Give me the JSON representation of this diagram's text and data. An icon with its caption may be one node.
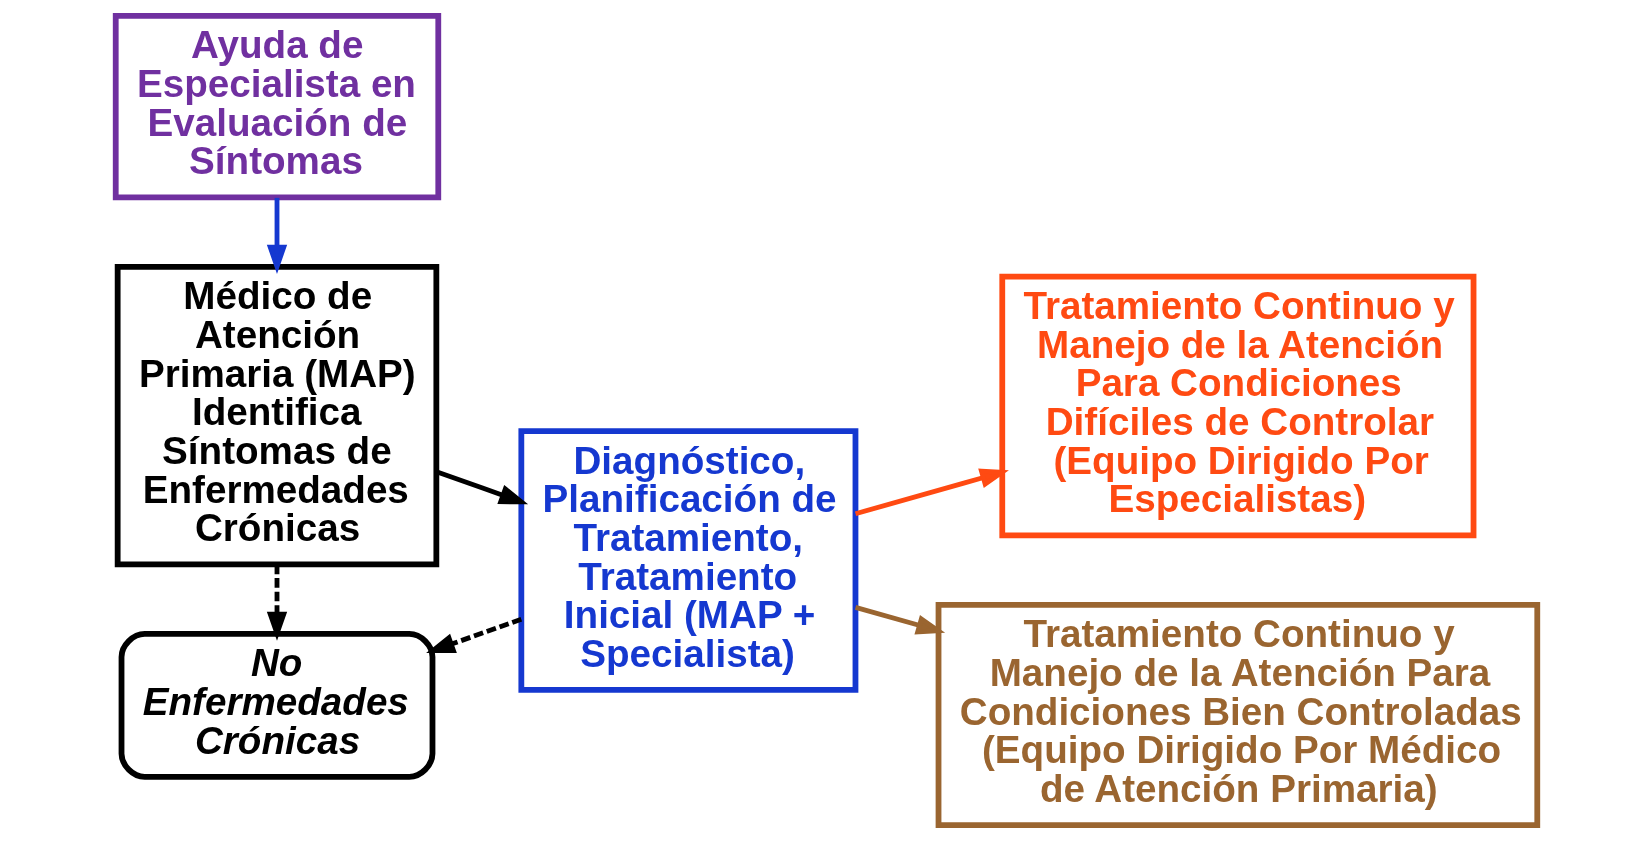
{
  "diagram": {
    "nodes": [
      {
        "text": [
          "Ayuda de Especialista en Evaluación de Síntomas"
        ]
      },
      {
        "text": [
          "Médico de Atención Primaria (MAP) Identifica Síntomas de Enfermedades Crónicas"
        ]
      },
      {
        "text": [
          "Diagnóstico, Planificación de Tratamiento, Tratamiento Inicial (MAP + Specialista)"
        ]
      },
      {
        "text": [
          "Tratamiento Continuo y Manejo de la Atención Para Condiciones Difíciles de Controlar (Equipo Dirigido Por Especialistas)"
        ]
      },
      {
        "text": [
          "Tratamiento Continuo y Manejo de la Atención Para Condiciones Bien Controladas (Equipo Dirigido Por Médico de Atención Primaria)"
        ]
      },
      {
        "text": [
          "No Enfermedades Crónicas"
        ]
      }
    ],
    "edges": [
      {
        "from": 0,
        "to": 1,
        "arrow": "to",
        "color": "#1538d0"
      },
      {
        "from": 1,
        "to": 2,
        "arrow": "to"
      },
      {
        "from": 2,
        "to": 3,
        "arrow": "to",
        "color": "#ff4a12"
      },
      {
        "from": 2,
        "to": 4,
        "arrow": "to",
        "color": "#9a6530"
      },
      {
        "from": 1,
        "to": 5,
        "arrow": "to",
        "style": "dashed"
      },
      {
        "from": 2,
        "to": 5,
        "arrow": "to",
        "style": "dashed"
      }
    ]
  }
}
